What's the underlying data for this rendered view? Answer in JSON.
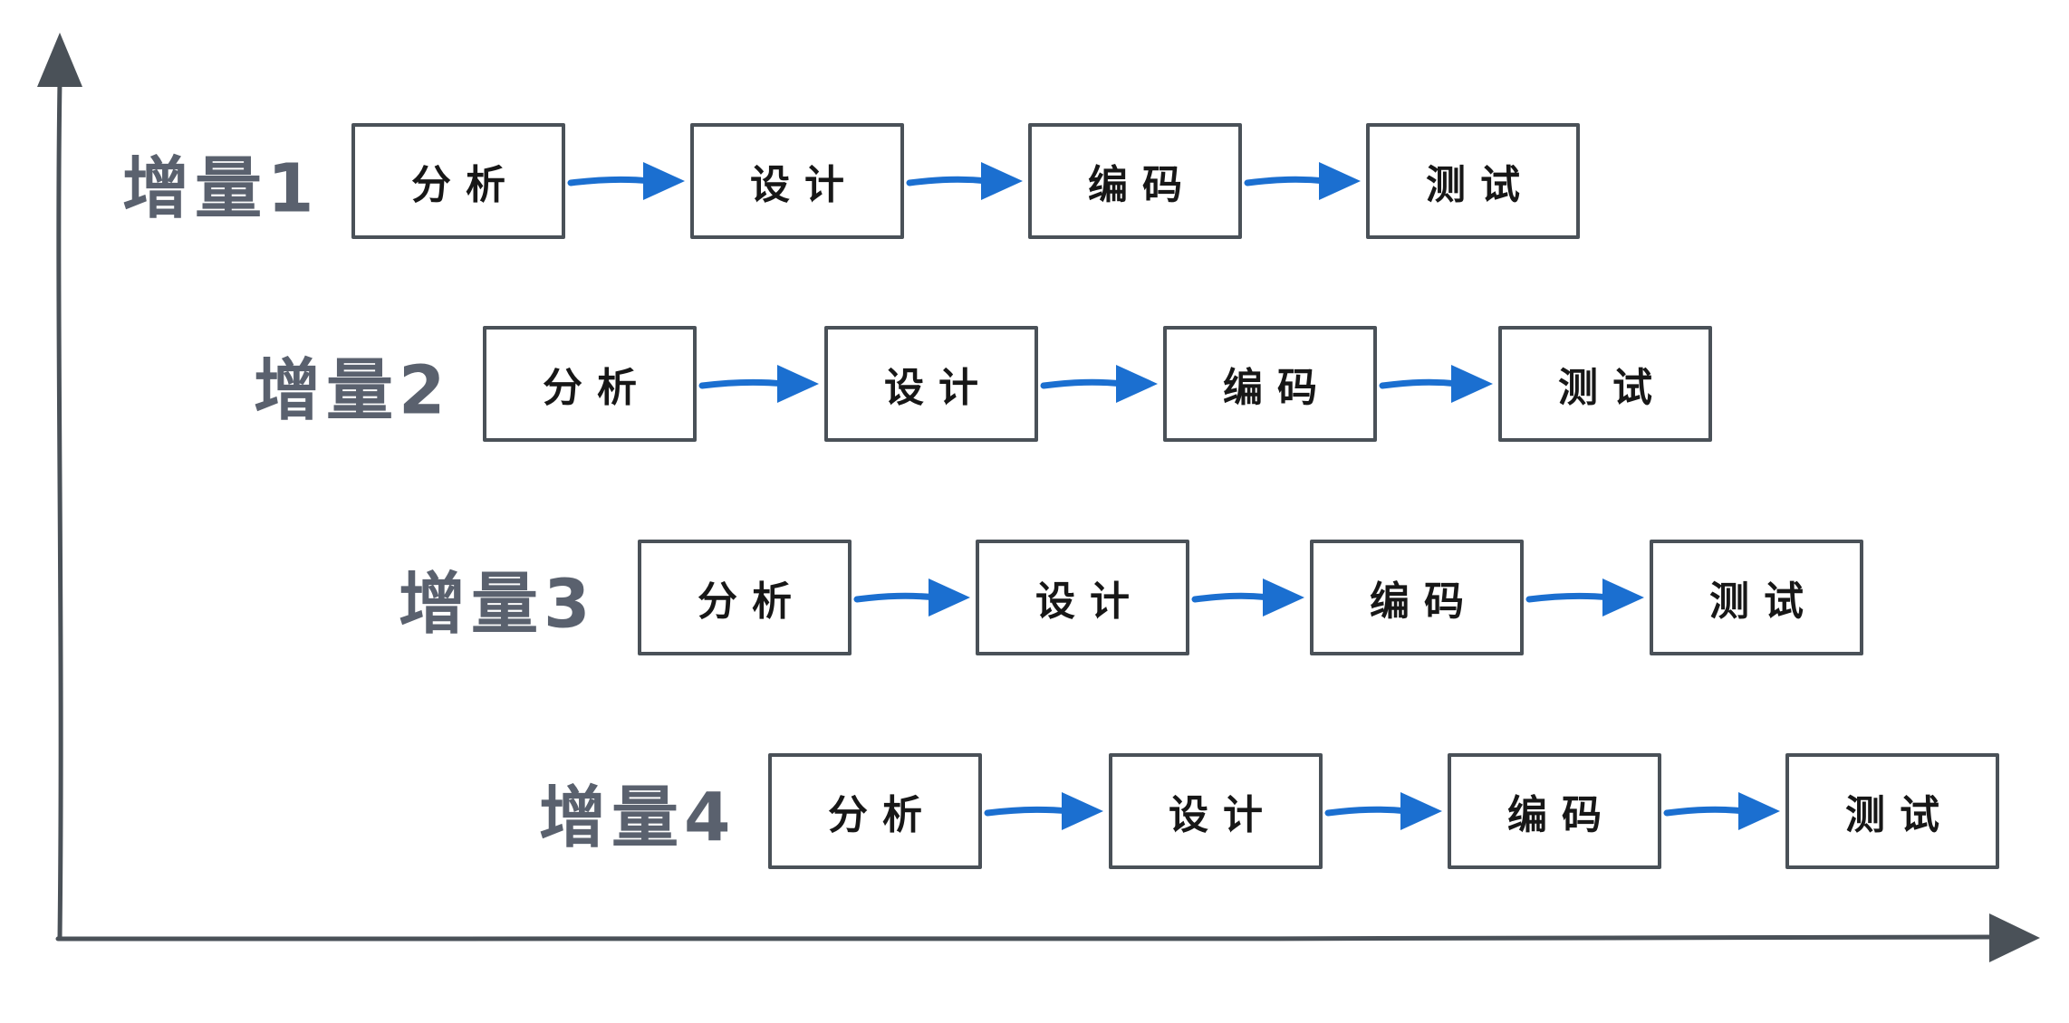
{
  "diagram": {
    "type": "incremental-process-model",
    "rows": [
      {
        "label": "增量1",
        "stages": [
          "分析",
          "设计",
          "编码",
          "测试"
        ]
      },
      {
        "label": "增量2",
        "stages": [
          "分析",
          "设计",
          "编码",
          "测试"
        ]
      },
      {
        "label": "增量3",
        "stages": [
          "分析",
          "设计",
          "编码",
          "测试"
        ]
      },
      {
        "label": "增量4",
        "stages": [
          "分析",
          "设计",
          "编码",
          "测试"
        ]
      }
    ],
    "colors": {
      "arrow_blue": "#1b6fd0",
      "axis_gray": "#4a5158",
      "row_label_gray": "#5a616e",
      "stage_text": "#171717",
      "box_border": "#4a5158",
      "background": "#ffffff"
    }
  }
}
